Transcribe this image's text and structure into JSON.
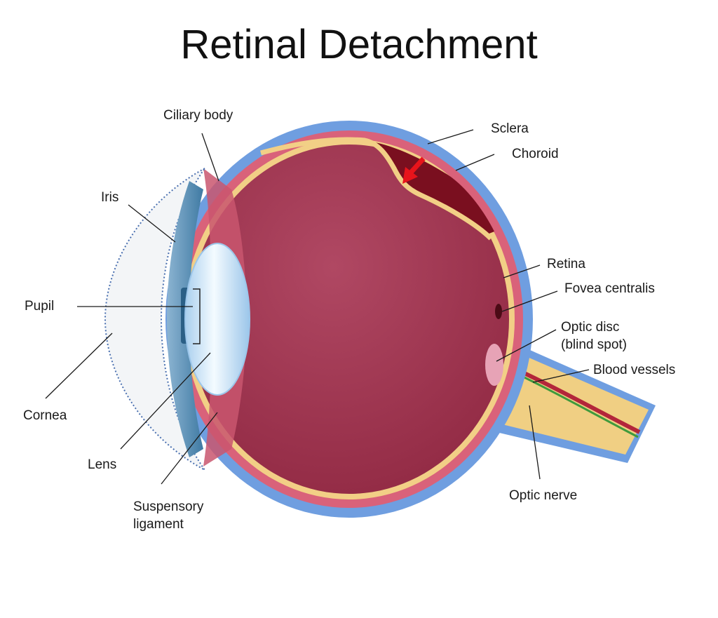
{
  "title": "Retinal Detachment",
  "labels": {
    "ciliary_body": "Ciliary body",
    "sclera": "Sclera",
    "choroid": "Choroid",
    "iris": "Iris",
    "retina": "Retina",
    "fovea_centralis": "Fovea centralis",
    "pupil": "Pupil",
    "optic_disc_line1": "Optic disc",
    "optic_disc_line2": "(blind spot)",
    "blood_vessels": "Blood vessels",
    "cornea": "Cornea",
    "lens": "Lens",
    "optic_nerve": "Optic nerve",
    "suspensory_ligament_line1": "Suspensory",
    "suspensory_ligament_line2": "ligament"
  },
  "colors": {
    "sclera": "#6f9ee0",
    "choroid": "#d9627a",
    "retina": "#f2cf86",
    "vitreous": "#9a2d47",
    "detached_space": "#7a0f1f",
    "arrow": "#e8141b",
    "lens": "#d7ecfb",
    "cornea": "#f3f5f7",
    "optic_disc": "#e7a3b6",
    "fovea": "#4b0b16"
  }
}
